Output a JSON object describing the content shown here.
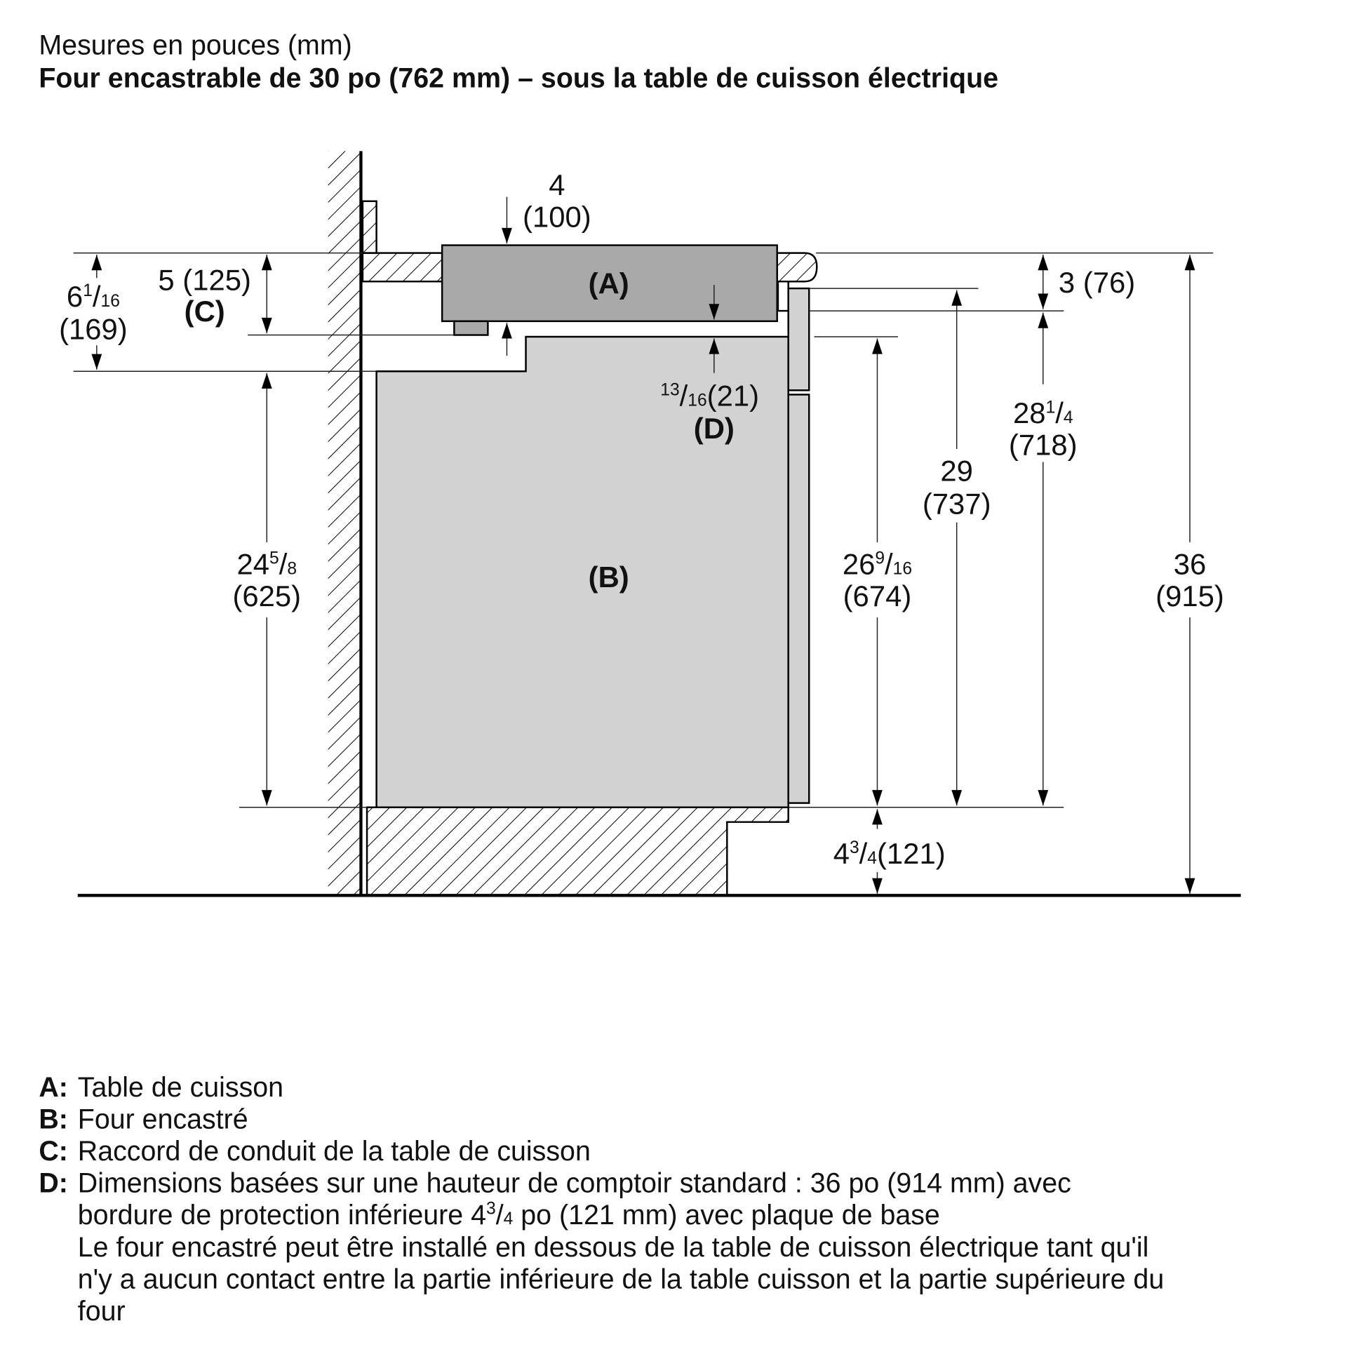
{
  "header": {
    "subtitle": "Mesures en pouces (mm)",
    "title": "Four encastrable de 30 po (762 mm) – sous la table de cuisson électrique"
  },
  "labels": {
    "A": "(A)",
    "B": "(B)",
    "C": "(C)",
    "D": "(D)"
  },
  "dimensions": {
    "d4": {
      "in": "4",
      "mm": "(100)"
    },
    "d6": {
      "whole": "6",
      "num": "1",
      "den": "16",
      "mm": "(169)"
    },
    "d5": {
      "text": "5 (125)"
    },
    "d3": {
      "text": "3 (76)"
    },
    "d13": {
      "num": "13",
      "den": "16",
      "mm": "(21)"
    },
    "d24": {
      "whole": "24",
      "num": "5",
      "den": "8",
      "mm": "(625)"
    },
    "d26": {
      "whole": "26",
      "num": "9",
      "den": "16",
      "mm": "(674)"
    },
    "d29": {
      "in": "29",
      "mm": "(737)"
    },
    "d28": {
      "whole": "28",
      "num": "1",
      "den": "4",
      "mm": "(718)"
    },
    "d36": {
      "in": "36",
      "mm": "(915)"
    },
    "d4_3_4": {
      "whole": "4",
      "num": "3",
      "den": "4",
      "mm": "(121)"
    }
  },
  "legend": [
    {
      "key": "A:",
      "text": "Table de cuisson"
    },
    {
      "key": "B:",
      "text": "Four encastré"
    },
    {
      "key": "C:",
      "text": "Raccord de conduit de la table de cuisson"
    },
    {
      "key": "D:",
      "text": "Dimensions basées sur une hauteur de comptoir standard : 36 po (914 mm) avec",
      "line2a": "bordure de protection inférieure 4",
      "line2num": "3",
      "line2den": "4",
      "line2b": " po (121 mm) avec plaque de base",
      "line3": "Le four encastré peut être installé en dessous de la table de cuisson électrique tant qu'il",
      "line4": "n'y a aucun contact entre la partie inférieure de la table cuisson et la partie supérieure du",
      "line5": "four"
    }
  ],
  "colors": {
    "cooktop": "#a9a9a9",
    "oven": "#d2d2d2",
    "line": "#000000"
  }
}
